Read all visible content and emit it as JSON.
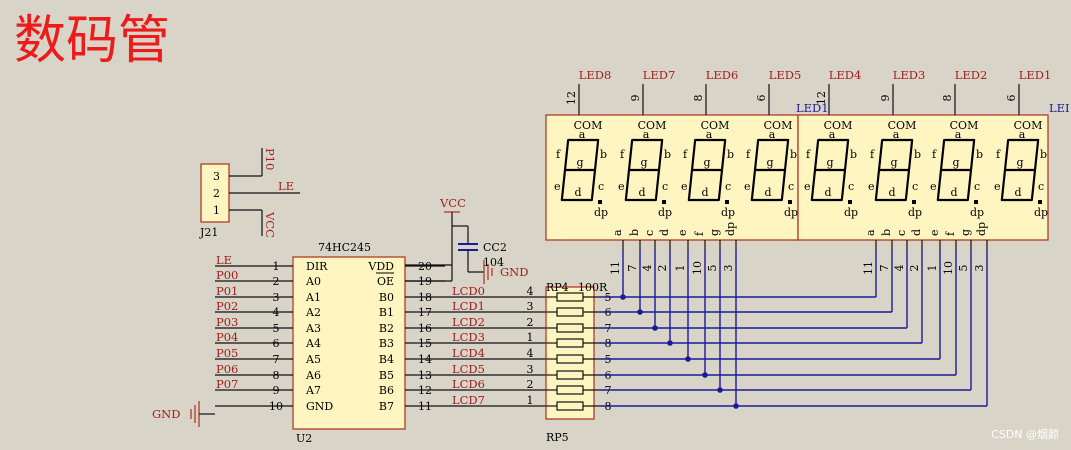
{
  "title": "数码管",
  "watermark": "CSDN @烟颜",
  "colors": {
    "background": "#d8d4c8",
    "title": "#ee1b1b",
    "component_fill": "#fff5c0",
    "component_border": "#b23a2a",
    "wire": "#1b1b9a",
    "net_label": "#a51d1d"
  },
  "j21": {
    "ref": "J21",
    "pins": [
      "3",
      "2",
      "1"
    ],
    "nets": [
      "P10",
      "LE",
      "VCC"
    ]
  },
  "u2": {
    "part": "74HC245",
    "ref": "U2",
    "left_nets": [
      "LE",
      "P00",
      "P01",
      "P02",
      "P03",
      "P04",
      "P05",
      "P06",
      "P07",
      "GND"
    ],
    "left_pins": [
      "1",
      "2",
      "3",
      "4",
      "5",
      "6",
      "7",
      "8",
      "9",
      "10"
    ],
    "left_names": [
      "DIR",
      "A0",
      "A1",
      "A2",
      "A3",
      "A4",
      "A5",
      "A6",
      "A7",
      "GND"
    ],
    "right_names": [
      "VDD",
      "OE",
      "B0",
      "B1",
      "B2",
      "B3",
      "B4",
      "B5",
      "B6",
      "B7"
    ],
    "right_pins": [
      "20",
      "19",
      "18",
      "17",
      "16",
      "15",
      "14",
      "13",
      "12",
      "11"
    ],
    "right_nets": [
      "",
      "",
      "LCD0",
      "LCD1",
      "LCD2",
      "LCD3",
      "LCD4",
      "LCD5",
      "LCD6",
      "LCD7"
    ]
  },
  "cap": {
    "ref": "CC2",
    "value": "104",
    "vcc": "VCC",
    "gnd": "GND"
  },
  "rp4": {
    "ref": "RP4",
    "value": "100R",
    "left_pins": [
      "4",
      "3",
      "2",
      "1"
    ],
    "right_pins": [
      "5",
      "6",
      "7",
      "8"
    ]
  },
  "rp5": {
    "ref": "RP5",
    "left_pins": [
      "4",
      "3",
      "2",
      "1"
    ],
    "right_pins": [
      "5",
      "6",
      "7",
      "8"
    ]
  },
  "u2_gnd": "GND",
  "displays": {
    "led_labels": [
      "LED8",
      "LED7",
      "LED6",
      "LED5",
      "LED4",
      "LED3",
      "LED2",
      "LED1"
    ],
    "digit_pins": [
      "12",
      "9",
      "8",
      "6"
    ],
    "cut_label_left": "LED1",
    "cut_label_right": "LEI",
    "com": "COM",
    "segments": [
      "a",
      "b",
      "c",
      "d",
      "e",
      "f",
      "g"
    ],
    "dp": "dp",
    "bottom_letters": [
      "a",
      "b",
      "c",
      "d",
      "e",
      "f",
      "g",
      "dp"
    ],
    "bottom_pins": [
      "11",
      "7",
      "4",
      "2",
      "1",
      "10",
      "5",
      "3"
    ]
  }
}
